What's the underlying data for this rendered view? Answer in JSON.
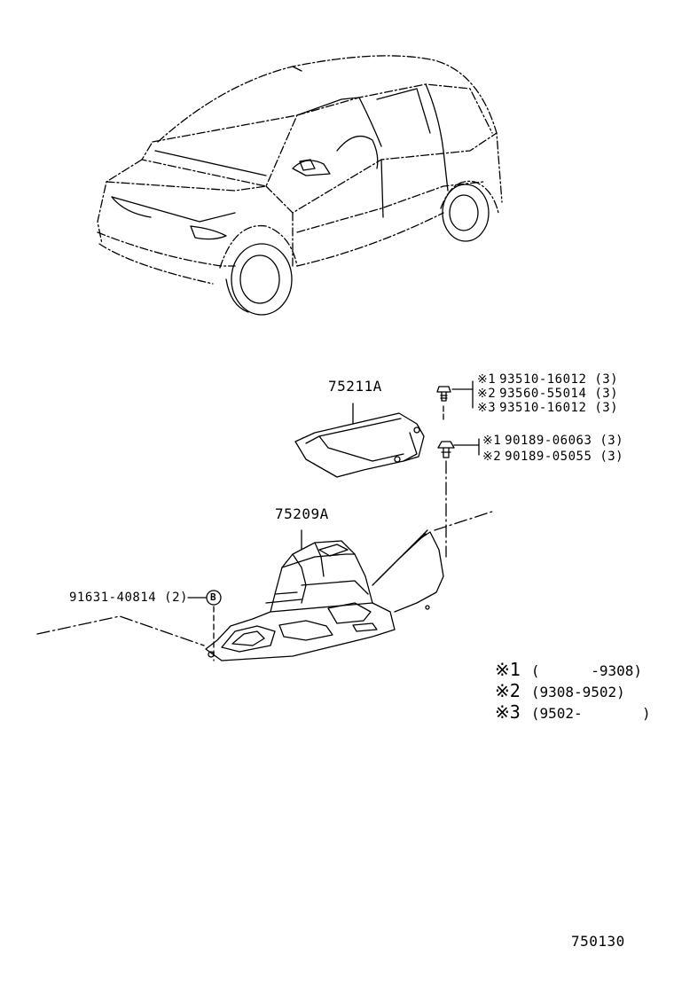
{
  "parts": {
    "main_part": "75211A",
    "lower_part": "75209A",
    "clip_part": "91631-40814 (2)",
    "clip_symbol": "B"
  },
  "screws": [
    {
      "mark": "※1",
      "part": "93510-16012 (3)"
    },
    {
      "mark": "※2",
      "part": "93560-55014 (3)"
    },
    {
      "mark": "※3",
      "part": "93510-16012 (3)"
    }
  ],
  "clips": [
    {
      "mark": "※1",
      "part": "90189-06063 (3)"
    },
    {
      "mark": "※2",
      "part": "90189-05055 (3)"
    }
  ],
  "notes": [
    {
      "mark": "※1",
      "range": "(      -9308)"
    },
    {
      "mark": "※2",
      "range": "(9308-9502)"
    },
    {
      "mark": "※3",
      "range": "(9502-       )"
    }
  ],
  "diagram_id": "750130"
}
